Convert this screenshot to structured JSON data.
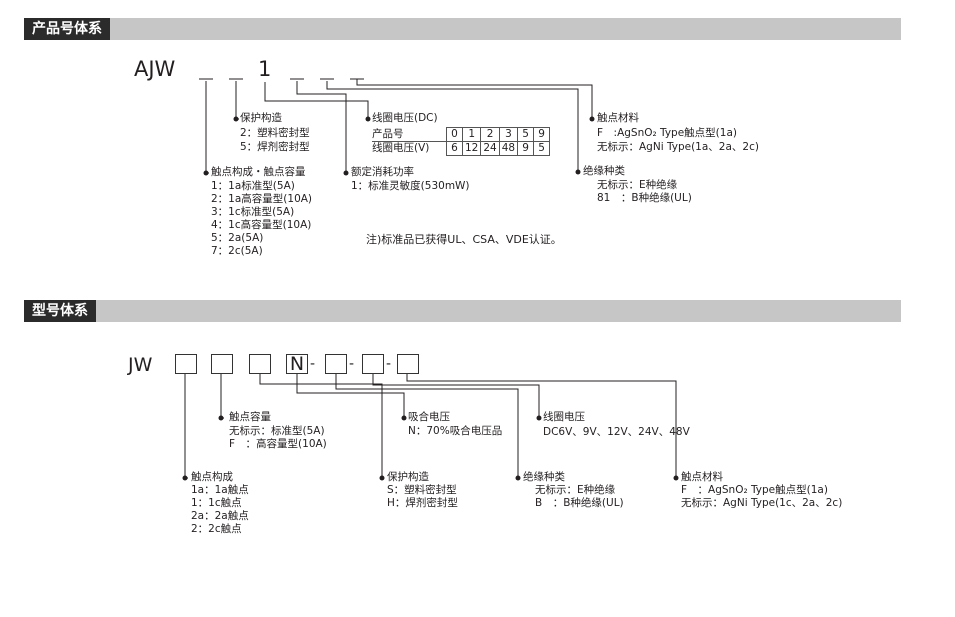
{
  "section1": {
    "header": "产品号体系",
    "prefix": "AJW",
    "digit": "1",
    "structure": {
      "title": "保护构造",
      "items": [
        "2：塑料密封型",
        "5：焊剂密封型"
      ]
    },
    "contact": {
      "title": "触点构成・触点容量",
      "items": [
        "1：1a标准型(5A)",
        "2：1a高容量型(10A)",
        "3：1c标准型(5A)",
        "4：1c高容量型(10A)",
        "5：2a(5A)",
        "7：2c(5A)"
      ]
    },
    "coil_voltage": {
      "title": "线圈电压(DC)",
      "row1_label": "产品号",
      "row2_label": "线圈电压(V)",
      "codes": [
        "0",
        "1",
        "2",
        "3",
        "5",
        "9"
      ],
      "volts": [
        "6",
        "12",
        "24",
        "48",
        "9",
        "5"
      ]
    },
    "power": {
      "title": "额定消耗功率",
      "items": [
        "1：标准灵敏度(530mW)"
      ]
    },
    "material": {
      "title": "触点材料",
      "items": [
        "F　:AgSnO₂ Type触点型(1a)",
        "无标示：AgNi Type(1a、2a、2c)"
      ]
    },
    "insulation": {
      "title": "绝缘种类",
      "items": [
        "无标示：E种绝缘",
        "81　：B种绝缘(UL)"
      ]
    },
    "note": "注)标准品已获得UL、CSA、VDE认证。"
  },
  "section2": {
    "header": "型号体系",
    "prefix": "JW",
    "n_letter": "N",
    "capacity": {
      "title": "触点容量",
      "items": [
        "无标示：标准型(5A)",
        "F　：高容量型(10A)"
      ]
    },
    "contact": {
      "title": "触点构成",
      "items": [
        "1a：1a触点",
        "1：1c触点",
        "2a：2a触点",
        "2：2c触点"
      ]
    },
    "pickup": {
      "title": "吸合电压",
      "items": [
        "N：70%吸合电压品"
      ]
    },
    "structure": {
      "title": "保护构造",
      "items": [
        "S：塑料密封型",
        "H：焊剂密封型"
      ]
    },
    "coil": {
      "title": "线圈电压",
      "items": [
        "DC6V、9V、12V、24V、48V"
      ]
    },
    "insulation": {
      "title": "绝缘种类",
      "items": [
        "无标示：E种绝缘",
        "B　：B种绝缘(UL)"
      ]
    },
    "material": {
      "title": "触点材料",
      "items": [
        "F　：AgSnO₂ Type触点型(1a)",
        "无标示：AgNi Type(1c、2a、2c)"
      ]
    }
  }
}
